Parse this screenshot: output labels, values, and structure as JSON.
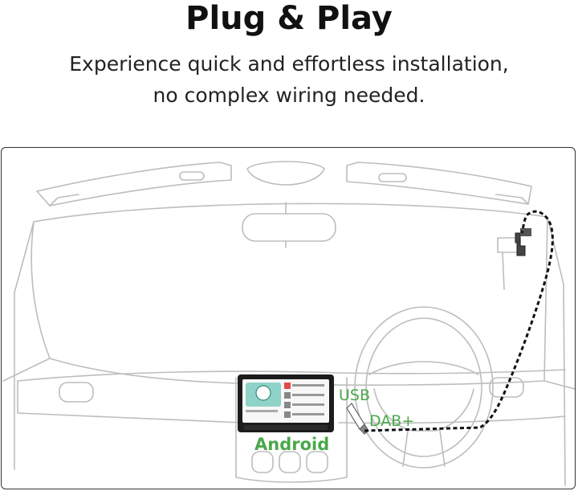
{
  "header": {
    "title": "Plug & Play",
    "subtitle_line1": "Experience quick and effortless installation,",
    "subtitle_line2": "no complex wiring needed."
  },
  "illustration": {
    "labels": {
      "usb": "USB",
      "dab": "DAB+",
      "android": "Android"
    },
    "colors": {
      "label_green": "#4aa84a",
      "line": "#bdbdbd",
      "cable": "#111111"
    }
  }
}
